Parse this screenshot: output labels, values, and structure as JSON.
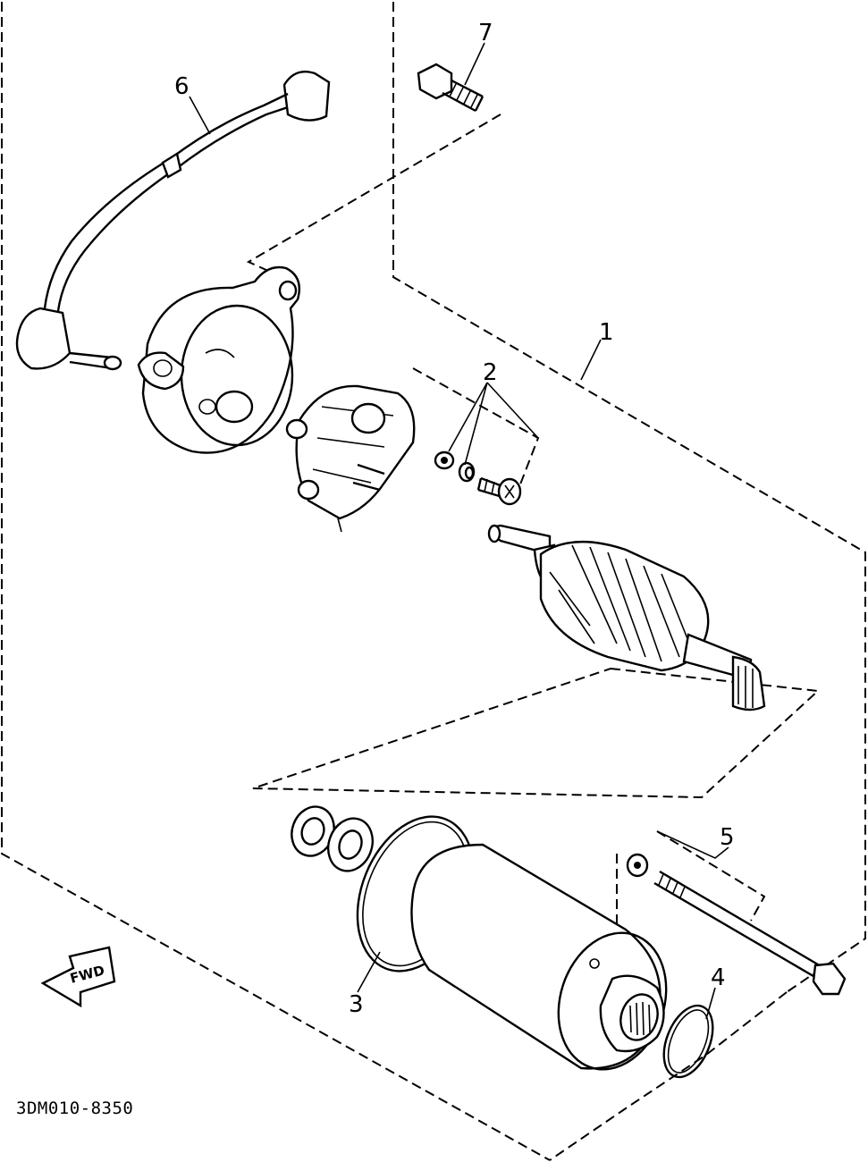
{
  "diagram": {
    "part_code": "3DM010-8350",
    "fwd_label": "FWD",
    "callouts": [
      {
        "id": "1",
        "label": "1"
      },
      {
        "id": "2",
        "label": "2"
      },
      {
        "id": "3",
        "label": "3"
      },
      {
        "id": "4",
        "label": "4"
      },
      {
        "id": "5",
        "label": "5"
      },
      {
        "id": "6",
        "label": "6"
      },
      {
        "id": "7",
        "label": "7"
      }
    ]
  }
}
